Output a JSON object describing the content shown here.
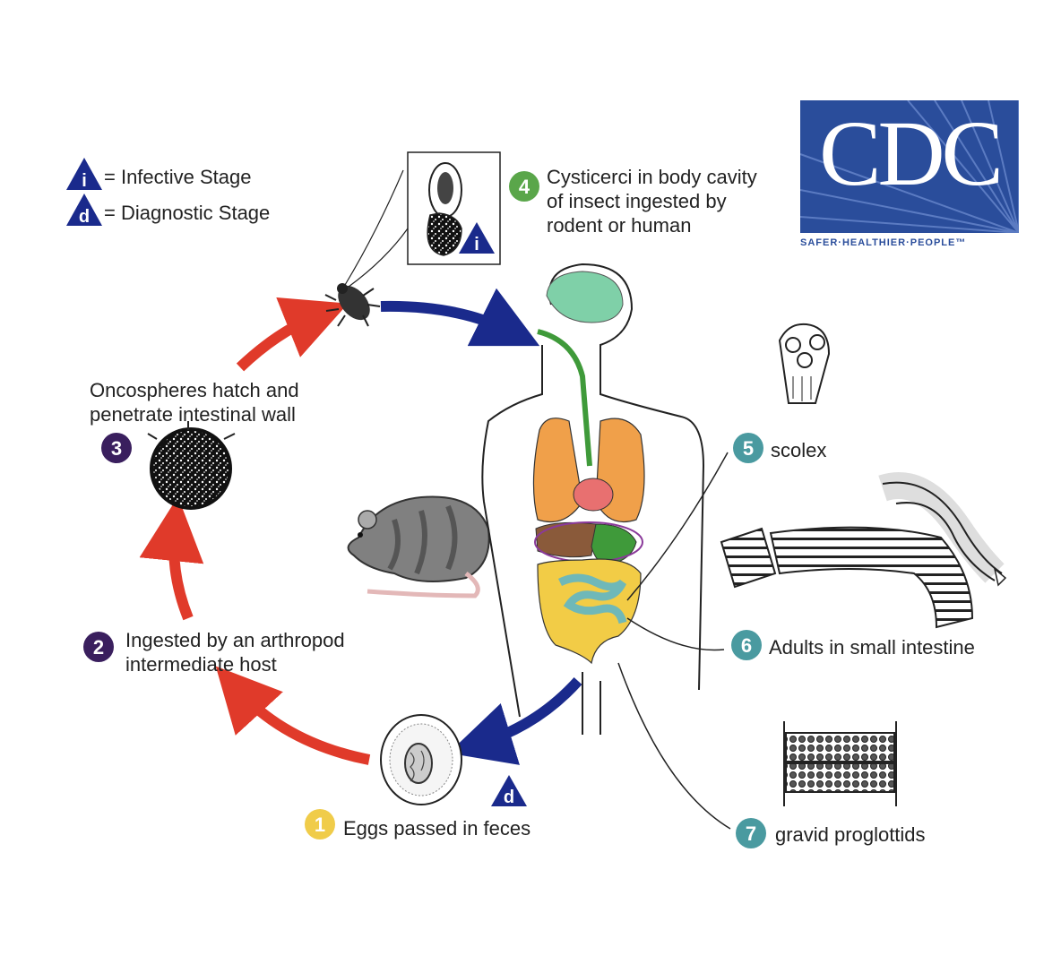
{
  "legend": {
    "infective": {
      "symbol": "i",
      "text": "= Infective Stage"
    },
    "diagnostic": {
      "symbol": "d",
      "text": "= Diagnostic Stage"
    }
  },
  "logo": {
    "text": "CDC",
    "tagline": "SAFER·HEALTHIER·PEOPLE™",
    "color": "#2a4d9b"
  },
  "stages": [
    {
      "num": "1",
      "line1": "Eggs passed in feces",
      "line2": "",
      "line3": "",
      "color": "#f0cc4a"
    },
    {
      "num": "2",
      "line1": "Ingested by an arthropod",
      "line2": "intermediate host",
      "line3": "",
      "color": "#3a1f5e"
    },
    {
      "num": "3",
      "line1": "Oncospheres hatch and",
      "line2": "penetrate intestinal wall",
      "line3": "",
      "color": "#3a1f5e"
    },
    {
      "num": "4",
      "line1": "Cysticerci in body cavity",
      "line2": "of insect ingested by",
      "line3": "rodent or human",
      "color": "#5aa64a"
    },
    {
      "num": "5",
      "line1": "scolex",
      "line2": "",
      "line3": "",
      "color": "#4a9aa0"
    },
    {
      "num": "6",
      "line1": "Adults in small intestine",
      "line2": "",
      "line3": "",
      "color": "#4a9aa0"
    },
    {
      "num": "7",
      "line1": "gravid proglottids",
      "line2": "",
      "line3": "",
      "color": "#4a9aa0"
    }
  ],
  "stage_markers": {
    "infective": "i",
    "diagnostic": "d"
  },
  "colors": {
    "red_arrow": "#e03a2a",
    "blue_arrow": "#1a2a8c",
    "triangle": "#1a2a8c",
    "lungs": "#f0a04a",
    "brain": "#7fd0a8",
    "intestine": "#f2cc46",
    "small_intestine": "#6fb8b8",
    "stomach": "#3f9a3a",
    "heart": "#e87070",
    "liver": "#8a5a3a"
  },
  "icons": [
    "insect-icon",
    "rat-icon",
    "egg-icon",
    "oncosphere-icon",
    "cysticercus-icon",
    "human-body-icon",
    "scolex-icon",
    "adult-tapeworm-icon",
    "proglottids-icon"
  ]
}
